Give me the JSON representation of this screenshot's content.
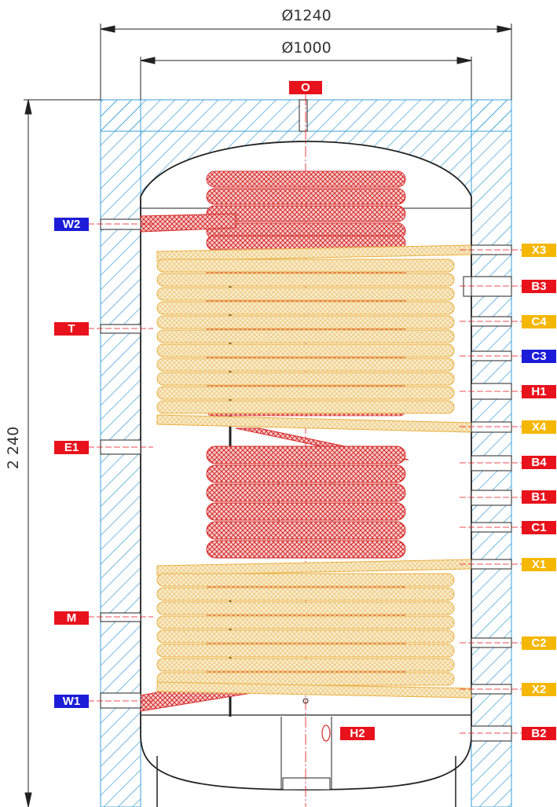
{
  "dimensions": {
    "outer_diameter": "Ø1240",
    "inner_diameter": "Ø1000",
    "height": "2 240"
  },
  "colors": {
    "red_label": "#e8121c",
    "blue_label": "#1c1cd8",
    "yellow_label": "#f5b700",
    "insulation_hatch": "#3a9fd6",
    "red_coil": "#d62a2a",
    "yellow_coil": "#f0c060"
  },
  "labels": {
    "top": "O",
    "left": [
      "W2",
      "T",
      "E1",
      "M",
      "W1"
    ],
    "right": [
      "X3",
      "B3",
      "C4",
      "C3",
      "H1",
      "X4",
      "B4",
      "B1",
      "C1",
      "X1",
      "C2",
      "X2",
      "B2"
    ],
    "bottom": "H2"
  }
}
